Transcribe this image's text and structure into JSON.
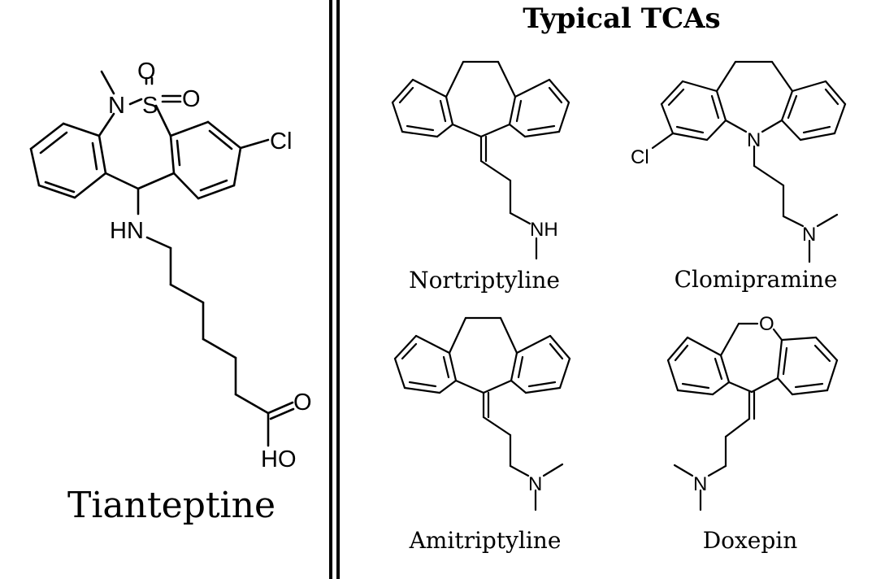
{
  "left_panel": {
    "molecule": {
      "name": "Tianteptine",
      "atom_labels": {
        "n_sulfonamide": "N",
        "s": "S",
        "o1": "O",
        "o2": "O",
        "cl": "Cl",
        "hn": "HN",
        "o_carbonyl": "O",
        "ho": "HO"
      }
    }
  },
  "right_panel": {
    "heading": "Typical TCAs",
    "molecules": [
      {
        "name": "Nortriptyline",
        "atom_labels": {
          "nh": "NH"
        }
      },
      {
        "name": "Clomipramine",
        "atom_labels": {
          "n_ring": "N",
          "cl": "Cl",
          "n_amine": "N"
        }
      },
      {
        "name": "Amitriptyline",
        "atom_labels": {
          "n_amine": "N"
        }
      },
      {
        "name": "Doxepin",
        "atom_labels": {
          "o": "O",
          "n_amine": "N"
        }
      }
    ]
  }
}
